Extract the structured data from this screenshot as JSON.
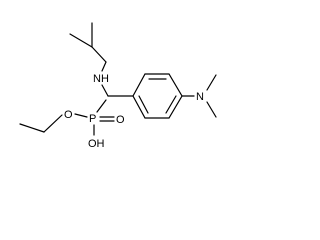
{
  "structure": {
    "atom_labels": {
      "amine": "NH",
      "phosphorus": "P",
      "ester_oxygen": "O",
      "phosphoryl_oxygen": "O",
      "hydroxyl": "OH",
      "dimethylamino": "N"
    },
    "colors": {
      "bond": "#000000",
      "label": "#000000",
      "background": "#ffffff"
    }
  }
}
